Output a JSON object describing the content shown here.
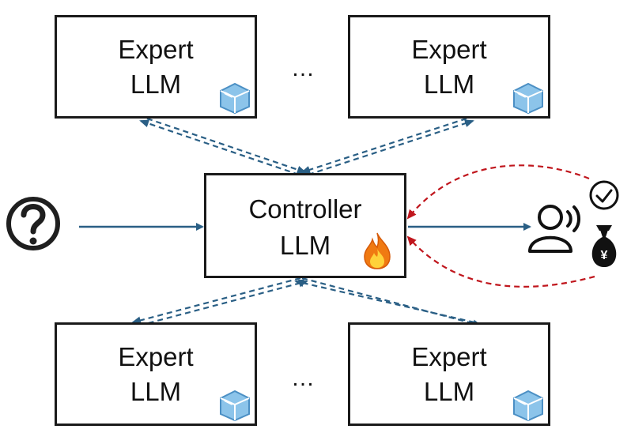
{
  "experts": [
    {
      "line1": "Expert",
      "line2": "LLM",
      "status_icon": "ice-cube-icon"
    },
    {
      "line1": "Expert",
      "line2": "LLM",
      "status_icon": "ice-cube-icon"
    },
    {
      "line1": "Expert",
      "line2": "LLM",
      "status_icon": "ice-cube-icon"
    },
    {
      "line1": "Expert",
      "line2": "LLM",
      "status_icon": "ice-cube-icon"
    }
  ],
  "ellipsis_top": "…",
  "ellipsis_bottom": "…",
  "controller": {
    "line1": "Controller",
    "line2": "LLM",
    "status_icon": "fire-icon"
  },
  "input_icon": "question-mark-icon",
  "output_icon": "speaking-user-icon",
  "feedback_icons": [
    "check-circle-icon",
    "money-bag-yen-icon"
  ],
  "colors": {
    "box_border": "#1a1a1a",
    "solid_arrow": "#2a5f85",
    "dashed_arrow": "#2a5f85",
    "feedback_arrow": "#c0161d",
    "ice": "#8cc4ea",
    "fire": "#f07a12"
  }
}
